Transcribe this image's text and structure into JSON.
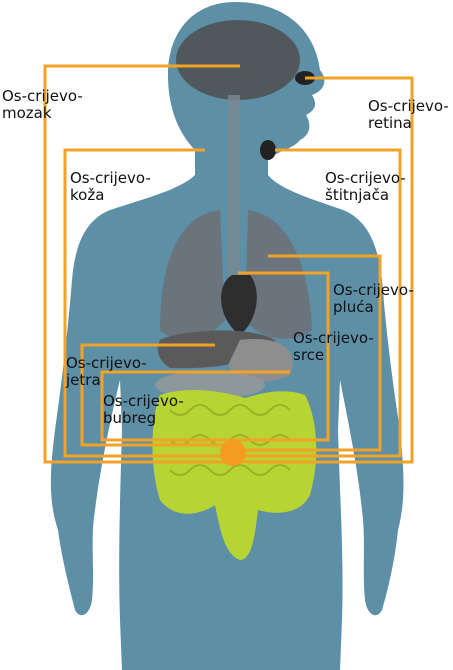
{
  "colors": {
    "body": "#5d8fa6",
    "body_dark": "#3f6d84",
    "organ_gray": "#7c7c7c",
    "organ_dark": "#333333",
    "intestine": "#b7d433",
    "line": "#f2a227",
    "hub": "#f39c1f"
  },
  "labels": {
    "brain": [
      "Os-crijevo-",
      "mozak"
    ],
    "retina": [
      "Os-crijevo-",
      "retina"
    ],
    "skin": [
      "Os-crijevo-",
      "koža"
    ],
    "thyroid": [
      "Os-crijevo-",
      "štitnjača"
    ],
    "lungs": [
      "Os-crijevo-",
      "pluća"
    ],
    "heart": [
      "Os-crijevo-",
      "srce"
    ],
    "liver": [
      "Os-crijevo-",
      "jetra"
    ],
    "kidney": [
      "Os-crijevo-",
      "bubreg"
    ]
  }
}
